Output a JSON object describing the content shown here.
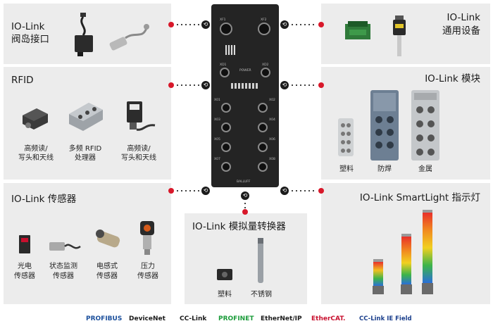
{
  "panels": {
    "valve": {
      "title_l1": "IO-Link",
      "title_l2": "阀岛接口"
    },
    "rfid": {
      "title": "RFID",
      "items": [
        {
          "l1": "高频读/",
          "l2": "写头和天线"
        },
        {
          "l1": "多频 RFID",
          "l2": "处理器"
        },
        {
          "l1": "高频读/",
          "l2": "写头和天线"
        }
      ]
    },
    "sensor": {
      "title": "IO-Link 传感器",
      "items": [
        {
          "l1": "光电",
          "l2": "传感器"
        },
        {
          "l1": "状态监测",
          "l2": "传感器"
        },
        {
          "l1": "电感式",
          "l2": "传感器"
        },
        {
          "l1": "压力",
          "l2": "传感器"
        }
      ]
    },
    "analog": {
      "title": "IO-Link 模拟量转换器",
      "items": [
        "塑料",
        "不锈钢"
      ]
    },
    "generic": {
      "title_l1": "IO-Link",
      "title_l2": "通用设备"
    },
    "module": {
      "title": "IO-Link 模块",
      "items": [
        "塑料",
        "防焊",
        "金属"
      ]
    },
    "smartlight": {
      "title": "IO-Link SmartLight 指示灯"
    }
  },
  "hub": {
    "labels": [
      "XF1",
      "XF2",
      "XD1",
      "XD2",
      "X01",
      "X02",
      "X03",
      "X04",
      "X05",
      "X06",
      "X07",
      "X08",
      "POWER",
      "BALLUFF"
    ]
  },
  "logos": [
    {
      "text": "PROFIBUS",
      "color": "#1b4f9c"
    },
    {
      "text": "DeviceNet",
      "color": "#1a1a1a"
    },
    {
      "text": "CC-Link",
      "color": "#1a1a1a"
    },
    {
      "text": "PROFINET",
      "color": "#1b9c3a"
    },
    {
      "text": "EtherNet/IP",
      "color": "#1a1a1a"
    },
    {
      "text": "EtherCAT.",
      "color": "#c8102e"
    },
    {
      "text": "CC-Link IE Field",
      "color": "#1b3f8c"
    }
  ],
  "colors": {
    "accent": "#d8182a",
    "panel": "#ececec",
    "hub": "#242424"
  }
}
